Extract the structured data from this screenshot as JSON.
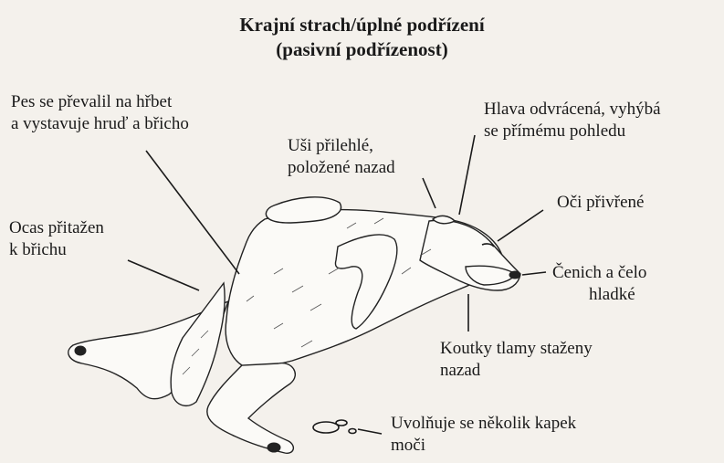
{
  "title": {
    "line1": "Krajní strach/úplné podřízení",
    "line2": "(pasivní podřízenost)"
  },
  "labels": {
    "back": {
      "line1": "Pes se převalil na hřbet",
      "line2": "a vystavuje hruď a břicho"
    },
    "ears": {
      "line1": "Uši přilehlé,",
      "line2": "položené nazad"
    },
    "head": {
      "line1": "Hlava odvrácená, vyhýbá",
      "line2": "se přímému pohledu"
    },
    "eyes": {
      "line1": "Oči přivřené"
    },
    "tail": {
      "line1": "Ocas přitažen",
      "line2": "k břichu"
    },
    "nose": {
      "line1": "Čenich a čelo",
      "line2": "hladké"
    },
    "mouth": {
      "line1": "Koutky tlamy staženy",
      "line2": "nazad"
    },
    "urine": {
      "line1": "Uvolňuje se několik kapek",
      "line2": "moči"
    }
  }
}
